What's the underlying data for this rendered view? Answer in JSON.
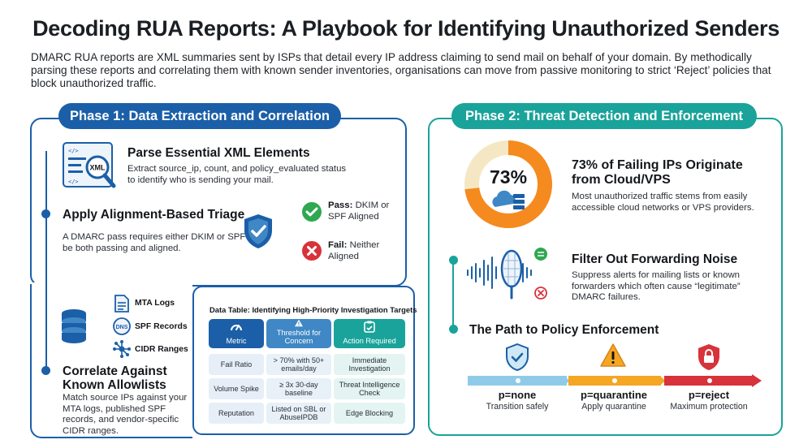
{
  "title": "Decoding RUA Reports: A Playbook for Identifying Unauthorized Senders",
  "intro": "DMARC RUA reports are XML summaries sent by ISPs that detail every IP address claiming to send mail on behalf of your domain. By methodically parsing these reports and correlating them with known sender inventories, organisations can move from passive monitoring to strict ‘Reject’ policies that block unauthorized traffic.",
  "phase1": {
    "heading": "Phase 1: Data Extraction and Correlation",
    "step1": {
      "title": "Parse Essential XML Elements",
      "text": "Extract source_ip, count, and policy_evaluated status to identify who is sending your mail.",
      "icon_label": "XML"
    },
    "step2": {
      "title": "Apply Alignment-Based Triage",
      "text": "A DMARC pass requires either DKIM or SPF to be both passing and aligned.",
      "pass_label": "Pass:",
      "pass_text": "DKIM or SPF Aligned",
      "fail_label": "Fail:",
      "fail_text": "Neither Aligned"
    },
    "step3": {
      "title": "Correlate Against Known Allowlists",
      "text": "Match source IPs against your MTA logs, published SPF records, and vendor-specific CIDR ranges.",
      "sources": [
        "MTA Logs",
        "SPF Records",
        "CIDR Ranges"
      ],
      "dns_label": "DNS"
    },
    "table": {
      "title": "Data Table: Identifying High-Priority Investigation Targets",
      "headers": [
        "Metric",
        "Threshold for Concern",
        "Action Required"
      ],
      "rows": [
        [
          "Fail Ratio",
          "> 70% with 50+ emails/day",
          "Immediate Investigation"
        ],
        [
          "Volume Spike",
          "≥ 3x 30-day baseline",
          "Threat Intelligence Check"
        ],
        [
          "Reputation",
          "Listed on SBL or AbuseIPDB",
          "Edge Blocking"
        ]
      ]
    }
  },
  "phase2": {
    "heading": "Phase 2: Threat Detection and Enforcement",
    "stat": {
      "value": 73,
      "value_label": "73%",
      "title": "73% of Failing IPs Originate from Cloud/VPS",
      "text": "Most unauthorized traffic stems from easily accessible cloud networks or VPS providers."
    },
    "noise": {
      "title": "Filter Out Forwarding Noise",
      "text": "Suppress alerts for mailing lists or known forwarders which often cause “legitimate” DMARC failures."
    },
    "path": {
      "title": "The Path to Policy Enforcement",
      "stages": [
        {
          "label": "p=none",
          "sub": "Transition safely",
          "color": "#8fcbe8"
        },
        {
          "label": "p=quarantine",
          "sub": "Apply quarantine",
          "color": "#f5a623"
        },
        {
          "label": "p=reject",
          "sub": "Maximum protection",
          "color": "#d8323a"
        }
      ]
    }
  },
  "colors": {
    "blue": "#1b5fa8",
    "teal": "#1aa39a",
    "orange": "#f58a1f",
    "pass": "#2fa84f",
    "fail": "#d8323a",
    "table_head1": "#1b5fa8",
    "table_head2": "#3f88c5",
    "table_head3": "#1aa39a"
  }
}
